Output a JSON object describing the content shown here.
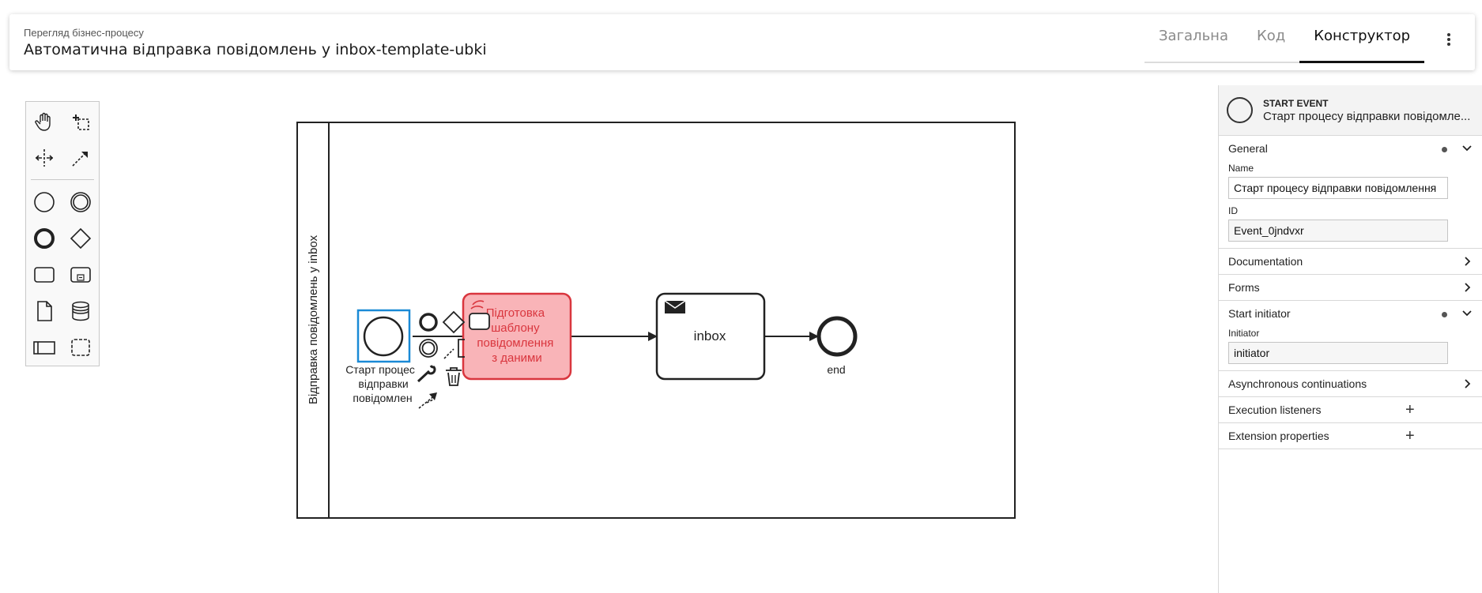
{
  "header": {
    "subtitle": "Перегляд бізнес-процесу",
    "title": "Автоматична відправка повідомлень у inbox-template-ubki",
    "tabs": [
      {
        "label": "Загальна",
        "active": false
      },
      {
        "label": "Код",
        "active": false
      },
      {
        "label": "Конструктор",
        "active": true
      }
    ]
  },
  "palette": {
    "tools": [
      "hand-tool-icon",
      "lasso-tool-icon",
      "space-tool-icon",
      "global-connect-icon",
      "start-event-icon",
      "intermediate-event-icon",
      "end-event-icon",
      "gateway-icon",
      "task-icon",
      "subprocess-icon",
      "data-object-icon",
      "data-store-icon",
      "pool-icon",
      "group-icon"
    ]
  },
  "diagram": {
    "pool_label": "Відправка повідомлень у inbox",
    "start_label_lines": [
      "Старт процес",
      "відправки",
      "повідомлен"
    ],
    "task1_label_lines": [
      "Підготовка",
      "шаблону",
      "повідомлення",
      "з даними"
    ],
    "task2_label": "inbox",
    "end_label": "end",
    "colors": {
      "selection": "#1a8ad6",
      "error_fill": "#f9b4b8",
      "error_stroke": "#d9363e",
      "error_text": "#d9363e"
    }
  },
  "properties": {
    "type": "START EVENT",
    "name_header": "Старт процесу відправки повідомле...",
    "groups": {
      "general": "General",
      "documentation": "Documentation",
      "forms": "Forms",
      "start_initiator": "Start initiator",
      "async": "Asynchronous continuations",
      "exec_listeners": "Execution listeners",
      "ext_props": "Extension properties"
    },
    "fields": {
      "name_label": "Name",
      "name_value": "Старт процесу відправки повідомлення",
      "id_label": "ID",
      "id_value": "Event_0jndvxr",
      "initiator_label": "Initiator",
      "initiator_value": "initiator"
    }
  }
}
